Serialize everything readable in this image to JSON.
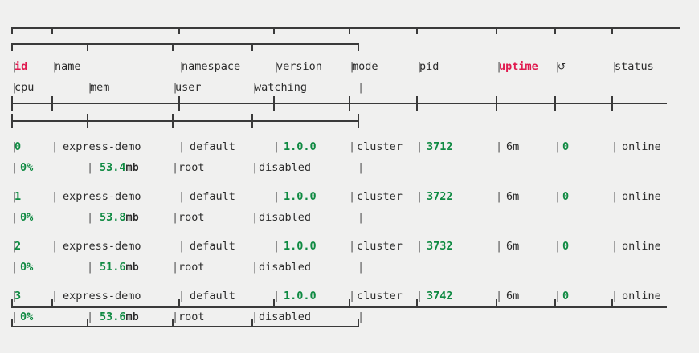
{
  "terminal": {
    "background": "#f0f0ef",
    "accent_color": "#e01a4f",
    "value_color": "#0f8a42",
    "text_color": "#2b2b2b",
    "rule_color": "#3a3a3a"
  },
  "table": {
    "headers_line1": [
      "id",
      "name",
      "namespace",
      "version",
      "mode",
      "pid",
      "uptime",
      "↺",
      "status"
    ],
    "headers_line2": [
      "cpu",
      "mem",
      "user",
      "watching"
    ],
    "header_accents": [
      "id",
      "uptime"
    ],
    "rows": [
      {
        "id": "0",
        "name": "express-demo",
        "namespace": "default",
        "version": "1.0.0",
        "mode": "cluster",
        "pid": "3712",
        "uptime": "6m",
        "restarts": "0",
        "status": "online",
        "cpu": "0%",
        "mem": "53.4mb",
        "mem_num": "53.4",
        "mem_unit": "mb",
        "user": "root",
        "watching": "disabled"
      },
      {
        "id": "1",
        "name": "express-demo",
        "namespace": "default",
        "version": "1.0.0",
        "mode": "cluster",
        "pid": "3722",
        "uptime": "6m",
        "restarts": "0",
        "status": "online",
        "cpu": "0%",
        "mem": "53.8mb",
        "mem_num": "53.8",
        "mem_unit": "mb",
        "user": "root",
        "watching": "disabled"
      },
      {
        "id": "2",
        "name": "express-demo",
        "namespace": "default",
        "version": "1.0.0",
        "mode": "cluster",
        "pid": "3732",
        "uptime": "6m",
        "restarts": "0",
        "status": "online",
        "cpu": "0%",
        "mem": "51.6mb",
        "mem_num": "51.6",
        "mem_unit": "mb",
        "user": "root",
        "watching": "disabled"
      },
      {
        "id": "3",
        "name": "express-demo",
        "namespace": "default",
        "version": "1.0.0",
        "mode": "cluster",
        "pid": "3742",
        "uptime": "6m",
        "restarts": "0",
        "status": "online",
        "cpu": "0%",
        "mem": "53.6mb",
        "mem_num": "53.6",
        "mem_unit": "mb",
        "user": "root",
        "watching": "disabled"
      }
    ]
  },
  "glyphs": {
    "pipe": "|",
    "reload": "↺"
  }
}
